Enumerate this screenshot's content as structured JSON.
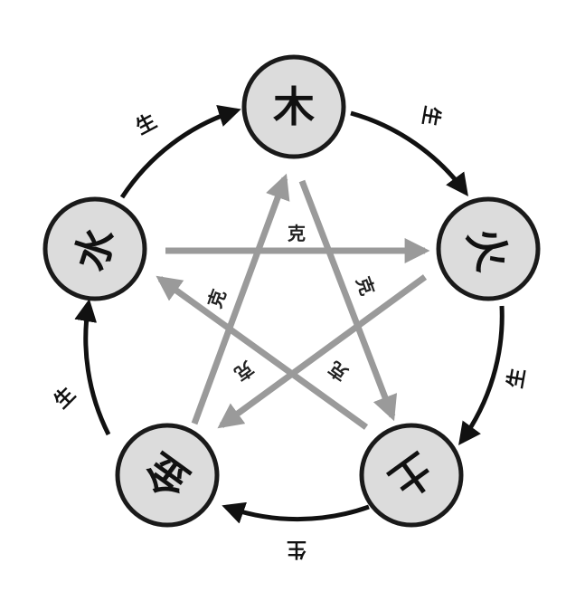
{
  "elements": {
    "wood": "木",
    "fire": "火",
    "earth": "土",
    "metal": "金",
    "water": "水"
  },
  "generating_label": "生",
  "controlling_label": "克",
  "colors": {
    "node_fill": "#dcdcdc",
    "node_stroke": "#1a1a1a",
    "generating_arrow": "#111111",
    "controlling_arrow": "#9a9a9a",
    "background": "#ffffff"
  },
  "relations": {
    "generating": [
      {
        "from": "wood",
        "to": "fire"
      },
      {
        "from": "fire",
        "to": "earth"
      },
      {
        "from": "earth",
        "to": "metal"
      },
      {
        "from": "metal",
        "to": "water"
      },
      {
        "from": "water",
        "to": "wood"
      }
    ],
    "controlling": [
      {
        "from": "wood",
        "to": "earth"
      },
      {
        "from": "earth",
        "to": "water"
      },
      {
        "from": "water",
        "to": "fire"
      },
      {
        "from": "fire",
        "to": "metal"
      },
      {
        "from": "metal",
        "to": "wood"
      }
    ]
  }
}
